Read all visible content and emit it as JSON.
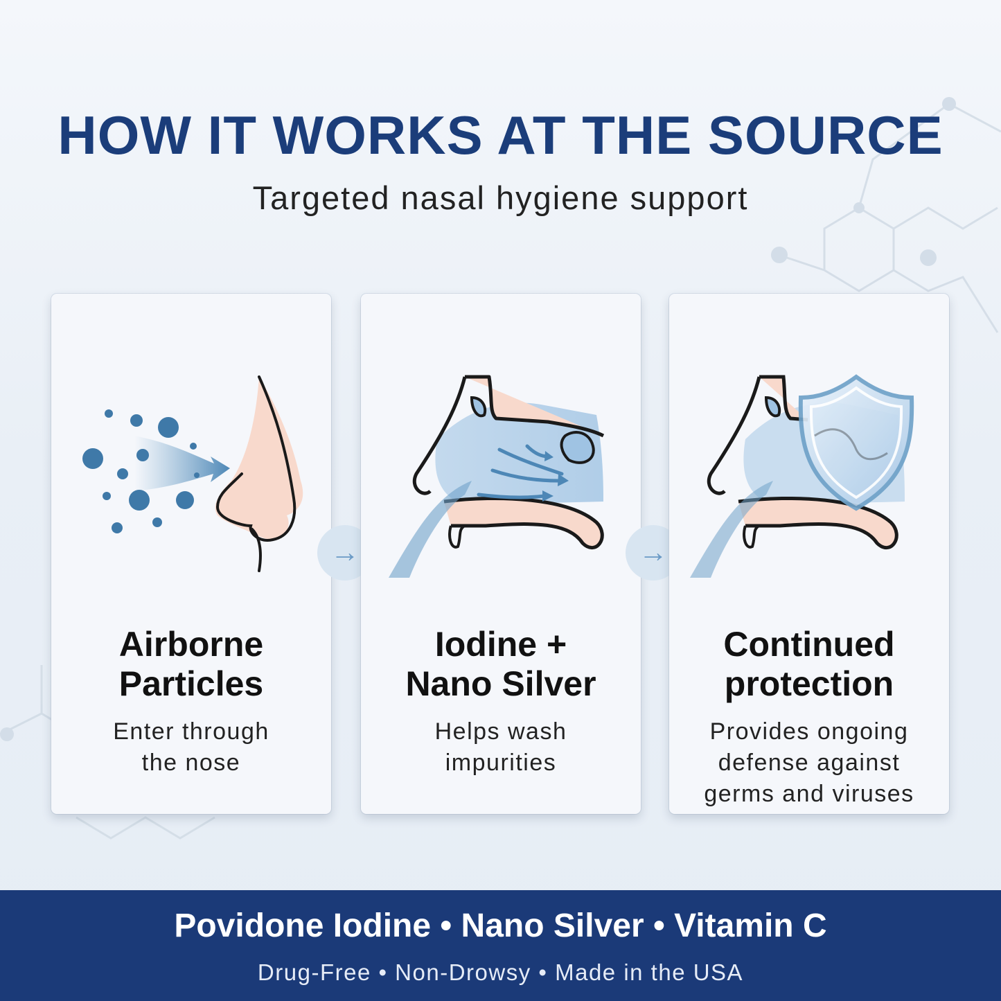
{
  "header": {
    "title": "HOW IT WORKS AT THE SOURCE",
    "subtitle": "Targeted nasal hygiene support"
  },
  "steps": [
    {
      "title_line1": "Airborne",
      "title_line2": "Particles",
      "desc_line1": "Enter through",
      "desc_line2": "the nose",
      "desc_line3": ""
    },
    {
      "title_line1": "Iodine +",
      "title_line2": "Nano Silver",
      "desc_line1": "Helps wash",
      "desc_line2": "impurities",
      "desc_line3": ""
    },
    {
      "title_line1": "Continued",
      "title_line2": "protection",
      "desc_line1": "Provides ongoing",
      "desc_line2": "defense against",
      "desc_line3": "germs and viruses"
    }
  ],
  "arrow_glyph": "→",
  "footer": {
    "ingredients": "Povidone Iodine • Nano Silver • Vitamin C",
    "features": "Drug-Free • Non-Drowsy • Made in the USA"
  },
  "colors": {
    "title": "#1b3d7a",
    "footer_bg": "#1b3a78",
    "particle": "#3f79a8",
    "skin": "#f8d9cc"
  }
}
